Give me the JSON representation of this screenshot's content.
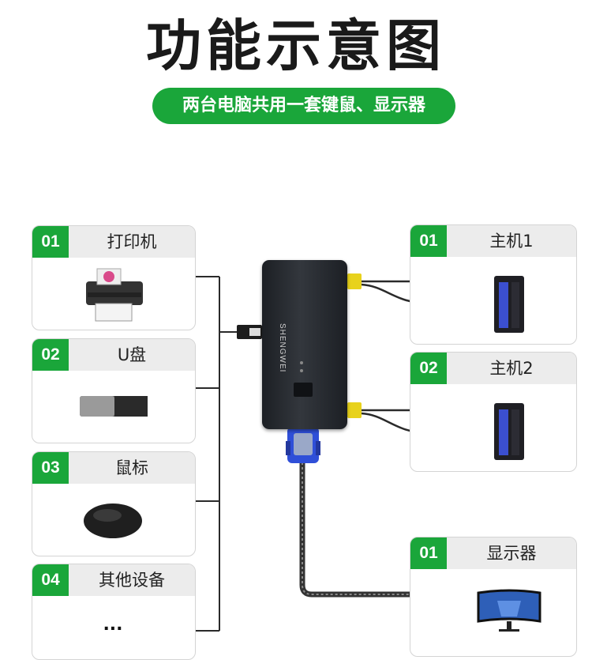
{
  "title": "功能示意图",
  "subtitle": "两台电脑共用一套键鼠、显示器",
  "device_brand": "SHENGWEI",
  "left_cards": [
    {
      "num": "01",
      "label": "打印机"
    },
    {
      "num": "02",
      "label": "U盘"
    },
    {
      "num": "03",
      "label": "鼠标"
    },
    {
      "num": "04",
      "label": "其他设备",
      "more": "..."
    }
  ],
  "right_cards": [
    {
      "num": "01",
      "label": "主机1"
    },
    {
      "num": "02",
      "label": "主机2"
    },
    {
      "num": "01",
      "label": "显示器"
    }
  ],
  "colors": {
    "accent": "#1aa63a",
    "card_header": "#ececec",
    "vga_blue": "#2f4fd8",
    "vga_yellow": "#e8d21c"
  }
}
